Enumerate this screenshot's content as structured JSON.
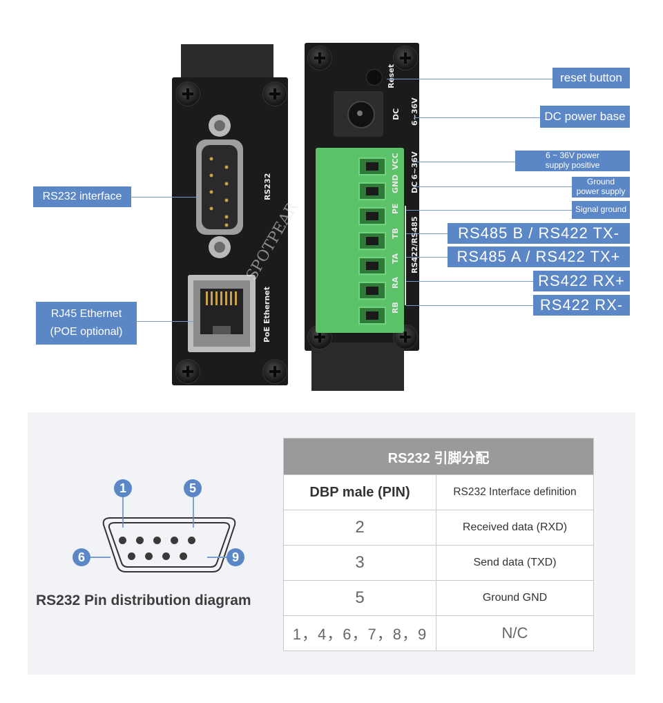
{
  "left_device": {
    "port_label": "RS232",
    "ethernet_label": "PoE Ethernet",
    "watermark": "SPOTPEAR"
  },
  "right_device": {
    "reset_label": "Reset",
    "dc_label": "DC",
    "dc_voltage": "6~36V",
    "pins": [
      "VCC",
      "GND",
      "PE",
      "TB",
      "TA",
      "RA",
      "RB"
    ],
    "vcc_voltage": "6~36V",
    "gnd_dc": "DC",
    "bus_label": "RS422/RS485"
  },
  "callouts": {
    "rs232": "RS232 interface",
    "rj45_line1": "RJ45 Ethernet",
    "rj45_line2": "(POE optional)",
    "reset": "reset button",
    "dc_power": "DC power base",
    "vcc_line1": "6 ~ 36V power",
    "vcc_line2": "supply positive",
    "gnd_line1": "Ground",
    "gnd_line2": "power supply",
    "pe": "Signal ground",
    "tb": "RS485 B / RS422 TX-",
    "ta": "RS485 A / RS422 TX+",
    "ra": "RS422 RX+",
    "rb": "RS422 RX-"
  },
  "pin_diagram": {
    "title": "RS232 Pin distribution diagram",
    "pin_1": "1",
    "pin_5": "5",
    "pin_6": "6",
    "pin_9": "9"
  },
  "table": {
    "title": "RS232 引脚分配",
    "header_col1": "DBP male (PIN)",
    "header_col2": "RS232 Interface definition",
    "rows": [
      {
        "pin": "2",
        "definition": "Received data (RXD)"
      },
      {
        "pin": "3",
        "definition": "Send data (TXD)"
      },
      {
        "pin": "5",
        "definition": "Ground GND"
      },
      {
        "pin": "1，4，6，7，8，9",
        "definition": "N/C"
      }
    ]
  },
  "colors": {
    "callout_blue": "#5b87c6",
    "terminal_green": "#5cc26a",
    "device_black": "#1b1b1b",
    "panel_gray": "#f1f3f6"
  }
}
